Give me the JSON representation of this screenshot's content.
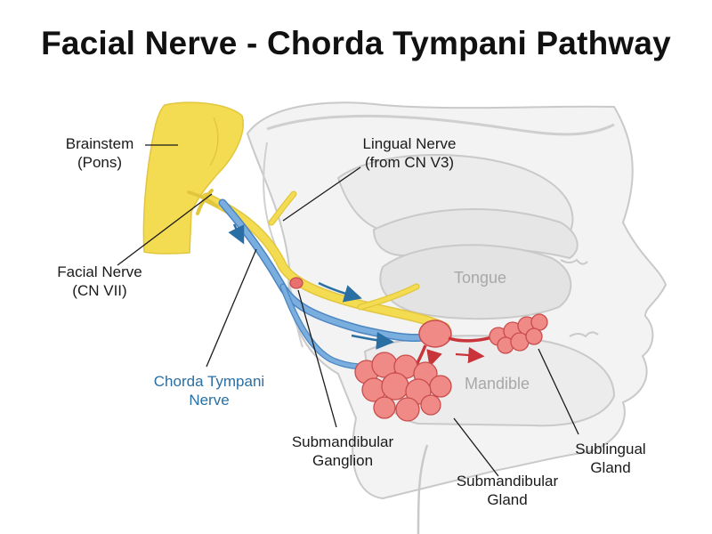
{
  "title": "Facial Nerve - Chorda Tympani Pathway",
  "labels": {
    "brainstem": [
      "Brainstem",
      "(Pons)"
    ],
    "lingual_nerve": [
      "Lingual Nerve",
      "(from CN V3)"
    ],
    "facial_nerve": [
      "Facial Nerve",
      "(CN VII)"
    ],
    "chorda_tympani": [
      "Chorda Tympani",
      "Nerve"
    ],
    "submandibular_ganglion": [
      "Submandibular",
      "Ganglion"
    ],
    "submandibular_gland": [
      "Submandibular",
      "Gland"
    ],
    "sublingual_gland": [
      "Sublingual",
      "Gland"
    ],
    "tongue": "Tongue",
    "mandible": "Mandible"
  },
  "colors": {
    "facial_nerve": "#f4dc52",
    "chorda_tympani": "#7aaede",
    "ganglion": "#e8706e",
    "glands": "#f08a86",
    "arrow_blue": "#2a6fa3",
    "arrow_red": "#c8343a",
    "anatomy_fill": "#ececec",
    "anatomy_stroke": "#c8c8c8"
  }
}
